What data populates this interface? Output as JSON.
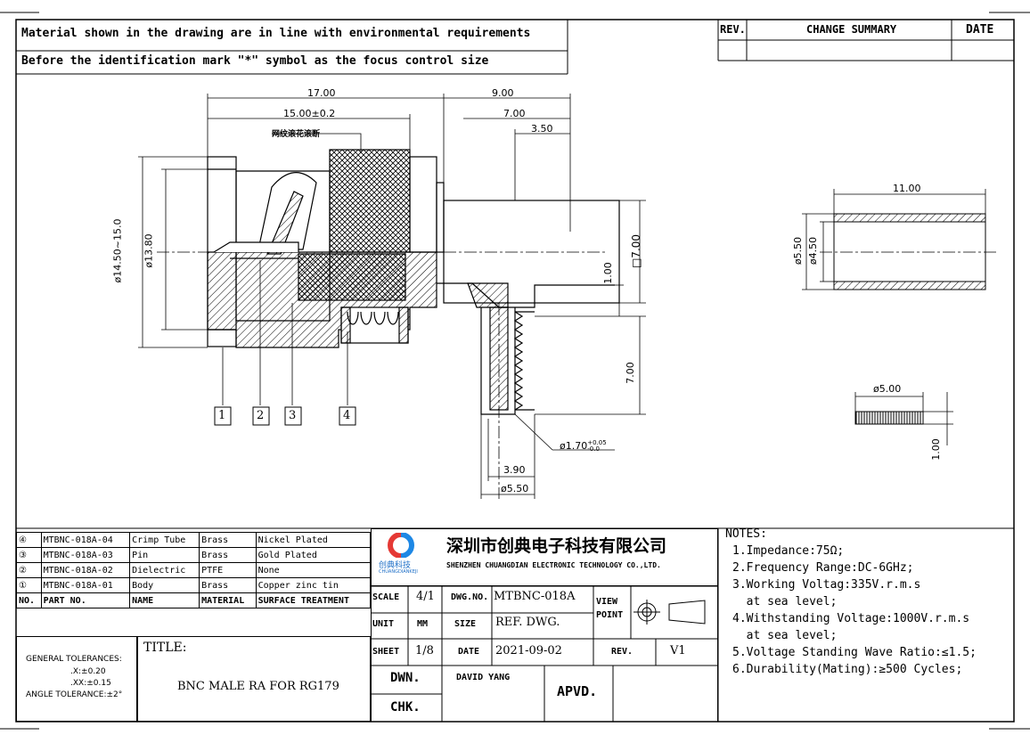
{
  "header": {
    "line1": "Material shown in the drawing are in line with environmental requirements",
    "line2": "Before the identification mark \"*\" symbol as the focus control size"
  },
  "revision_block": {
    "rev": "REV.",
    "change_summary": "CHANGE SUMMARY",
    "date": "DATE"
  },
  "dimensions": {
    "d17": "17.00",
    "d15": "15.00±0.2",
    "d9": "9.00",
    "d7top": "7.00",
    "d350": "3.50",
    "knurl_note": "网纹滚花滚断",
    "d1450": "ø14.50~15.0",
    "d1380": "ø13.80",
    "d100": "1.00",
    "sq700": "□7.00",
    "d700": "7.00",
    "d170": "ø1.70",
    "d170tol_up": "+0.05",
    "d170tol_dn": "-0.0",
    "d390": "3.90",
    "d550b": "ø5.50",
    "d1100": "11.00",
    "d550": "ø5.50",
    "d450": "ø4.50",
    "d500": "ø5.00",
    "d100b": "1.00"
  },
  "callouts": [
    "1",
    "2",
    "3",
    "4"
  ],
  "parts": [
    {
      "no": "④",
      "part_no": "MTBNC-018A-04",
      "name": "Crimp Tube",
      "material": "Brass",
      "surface": "Nickel Plated"
    },
    {
      "no": "③",
      "part_no": "MTBNC-018A-03",
      "name": "Pin",
      "material": "Brass",
      "surface": "Gold Plated"
    },
    {
      "no": "②",
      "part_no": "MTBNC-018A-02",
      "name": "Dielectric",
      "material": "PTFE",
      "surface": "None"
    },
    {
      "no": "①",
      "part_no": "MTBNC-018A-01",
      "name": "Body",
      "material": "Brass",
      "surface": "Copper zinc tin"
    }
  ],
  "parts_header": {
    "no": "NO.",
    "part_no": "PART NO.",
    "name": "NAME",
    "material": "MATERIAL",
    "surface": "SURFACE TREATMENT"
  },
  "tolerances": {
    "label": "GENERAL TOLERANCES:",
    "x": ".X:±0.20",
    "xx": ".XX:±0.15",
    "angle": "ANGLE TOLERANCE:±2°"
  },
  "title": {
    "label": "TITLE:",
    "value": "BNC MALE RA FOR RG179"
  },
  "company": {
    "logo_text": "创典科技",
    "logo_sub": "CHUANGDIANKEJI",
    "name_cn": "深圳市创典电子科技有限公司",
    "name_en": "SHENZHEN CHUANGDIAN ELECTRONIC TECHNOLOGY CO.,LTD."
  },
  "title_block": {
    "scale_label": "SCALE",
    "scale": "4/1",
    "dwg_no_label": "DWG.NO.",
    "dwg_no": "MTBNC-018A",
    "view_point": "VIEW POINT",
    "unit_label": "UNIT",
    "unit": "MM",
    "size_label": "SIZE",
    "size": "REF. DWG.",
    "sheet_label": "SHEET",
    "sheet": "1/8",
    "date_label": "DATE",
    "date": "2021-09-02",
    "rev_label": "REV.",
    "rev": "V1",
    "dwn_label": "DWN.",
    "dwn": "DAVID YANG",
    "apvd_label": "APVD.",
    "chk_label": "CHK."
  },
  "notes": {
    "title": "NOTES:",
    "items": [
      "1.Impedance:75Ω;",
      "2.Frequency Range:DC-6GHz;",
      "3.Working Voltag:335V.r.m.s",
      "  at sea level;",
      "4.Withstanding Voltage:1000V.r.m.s",
      "  at sea level;",
      "5.Voltage Standing Wave Ratio:≤1.5;",
      "6.Durability(Mating):≥500 Cycles;"
    ]
  }
}
